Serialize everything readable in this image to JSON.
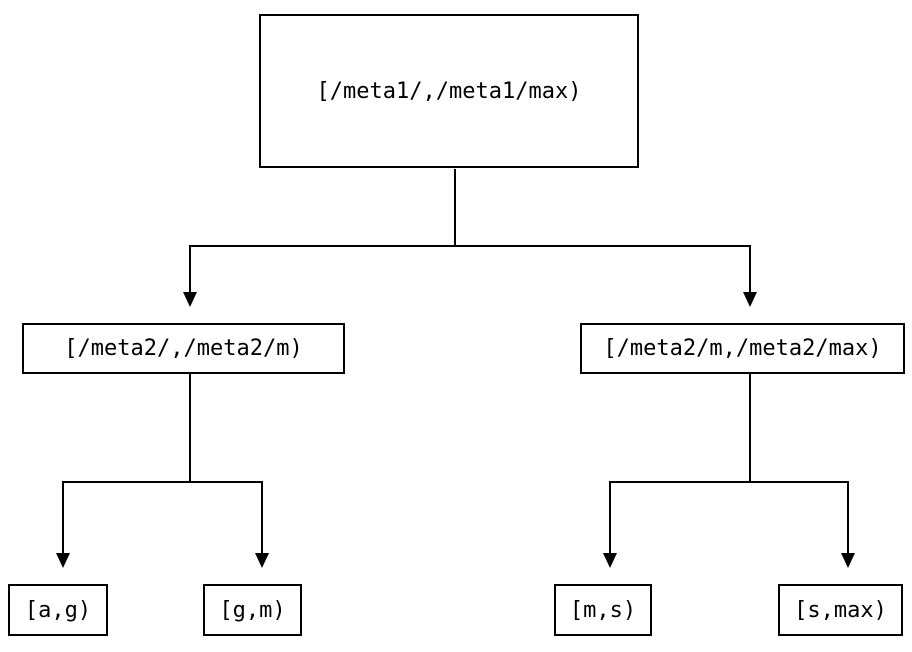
{
  "diagram": {
    "background_color": "#ffffff",
    "line_color": "#000000",
    "text_color": "#000000",
    "nodes": {
      "root": {
        "label": "[/meta1/,/meta1/max)"
      },
      "left": {
        "label": "[/meta2/,/meta2/m)"
      },
      "right": {
        "label": "[/meta2/m,/meta2/max)"
      },
      "leaf_ag": {
        "label": "[a,g)"
      },
      "leaf_gm": {
        "label": "[g,m)"
      },
      "leaf_ms": {
        "label": "[m,s)"
      },
      "leaf_smax": {
        "label": "[s,max)"
      }
    }
  }
}
